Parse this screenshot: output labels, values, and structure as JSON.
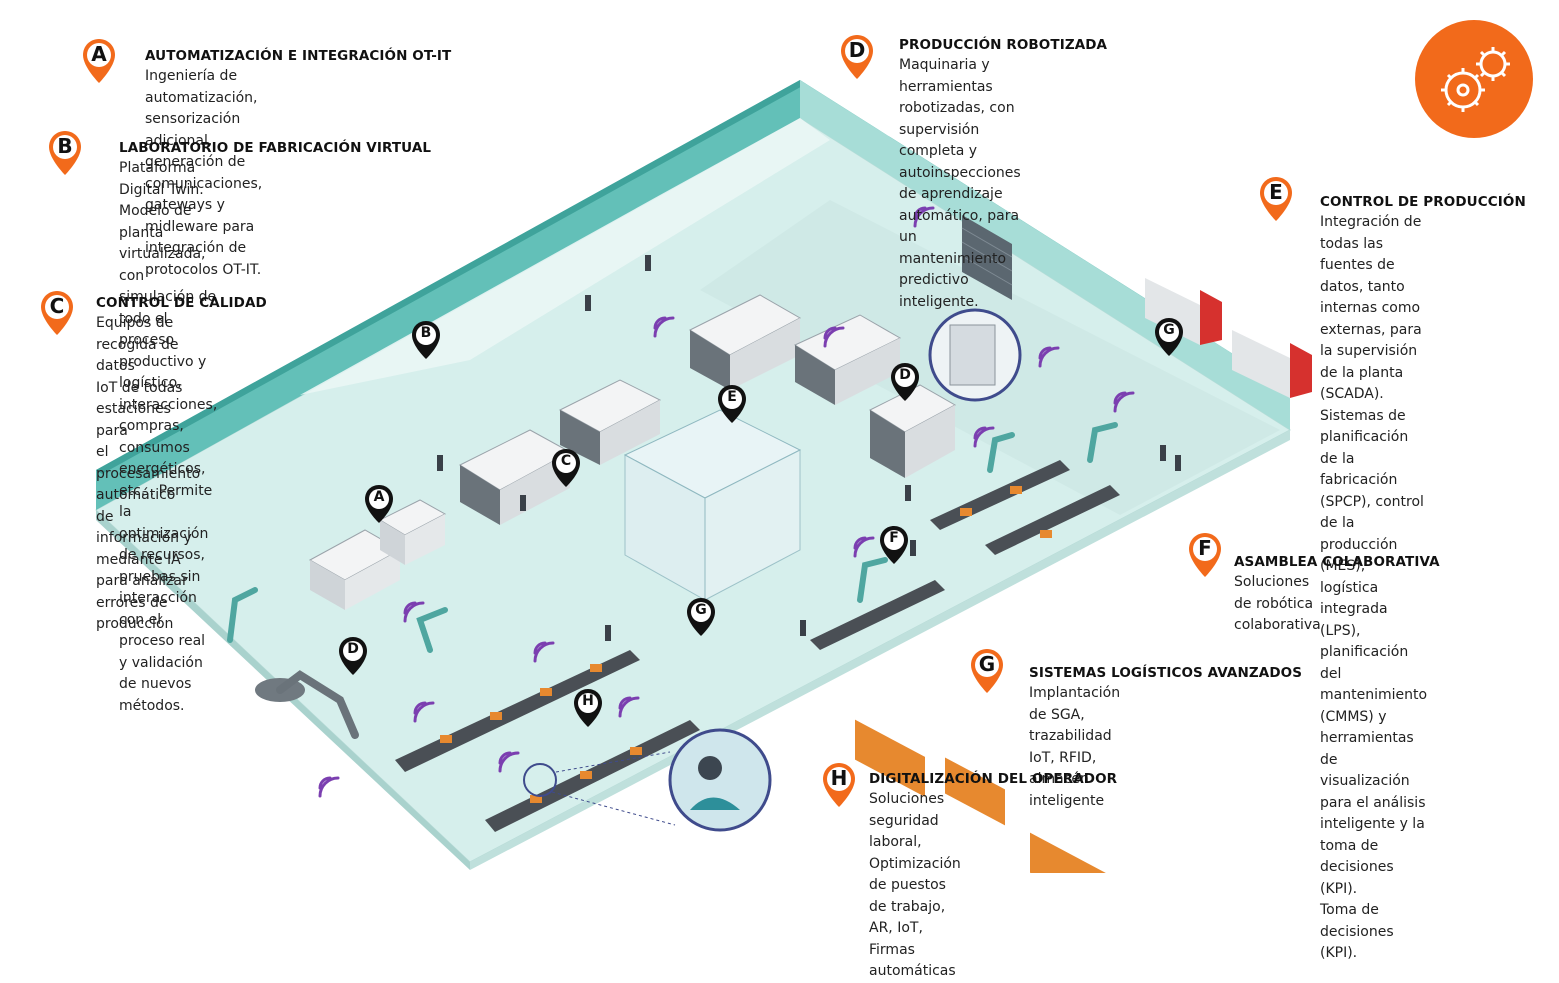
{
  "colors": {
    "accent": "#f26a1b",
    "floor": "#d9f0ee",
    "wall": "#5bbdb5",
    "wall_dark": "#3fa39b",
    "machine": "#e9ecee",
    "conveyor": "#4a4f55",
    "wifi": "#7b3fb0",
    "box": "#e7892f"
  },
  "logo": {
    "icon": "gears-icon"
  },
  "annotations": [
    {
      "letter": "A",
      "title": "AUTOMATIZACIÓN E INTEGRACIÓN OT-IT",
      "lines": [
        "Ingeniería de automatización, sensorización adicional, generación de",
        "comunicaciones, gateways y midleware para integración de protocolos OT-IT."
      ]
    },
    {
      "letter": "B",
      "title": "LABORATORIO DE FABRICACIÓN VIRTUAL",
      "lines": [
        "Plataforma Digital Twin. Modelo de planta virtualizada, con",
        "simulación de todo el proceso productivo y logístico,",
        "interacciones, compras, consumos energéticos, etc... Permite",
        "la optimización de recursos, pruebas sin interacción con el",
        "proceso real y validación de nuevos métodos."
      ]
    },
    {
      "letter": "C",
      "title": "CONTROL DE CALIDAD",
      "lines": [
        "Equipos de recogida de datos",
        "IoT de todas estaciones para",
        "el procesamiento automático",
        "de información y mediante IA",
        "para analizar errores de",
        "producción"
      ]
    },
    {
      "letter": "D",
      "title": "PRODUCCIÓN ROBOTIZADA",
      "lines": [
        "Maquinaria y herramientas robotizadas, con supervisión",
        "completa y autoinspecciones de aprendizaje automático, para",
        "un mantenimiento predictivo inteligente."
      ]
    },
    {
      "letter": "E",
      "title": "CONTROL DE PRODUCCIÓN",
      "lines": [
        "Integración de todas las",
        "fuentes de datos, tanto",
        "internas como externas, para",
        "la supervisión de la planta",
        "(SCADA). Sistemas de",
        "planificación de la fabricación",
        "(SPCP), control de la",
        "producción (MES), logística",
        "integrada (LPS), planificación",
        "del mantenimiento (CMMS) y",
        "herramientas de visualización",
        "para el análisis inteligente y la",
        "toma de decisiones (KPI).",
        "Toma de decisiones (KPI)."
      ]
    },
    {
      "letter": "F",
      "title": "ASAMBLEA COLABORATIVA",
      "lines": [
        "Soluciones de robótica colaborativa"
      ]
    },
    {
      "letter": "G",
      "title": "SISTEMAS LOGÍSTICOS AVANZADOS",
      "lines": [
        "Implantación de SGA, trazabilidad IoT, RFID, almacén",
        "inteligente"
      ]
    },
    {
      "letter": "H",
      "title": "DIGITALIZACIÓN DEL OPERADOR",
      "lines": [
        "Soluciones seguridad laboral, Optimización de puestos de trabajo, AR, IoT,",
        "Firmas automáticas"
      ]
    }
  ],
  "map_pins": [
    "B",
    "C",
    "E",
    "D",
    "G",
    "A",
    "D",
    "F",
    "G",
    "H"
  ]
}
